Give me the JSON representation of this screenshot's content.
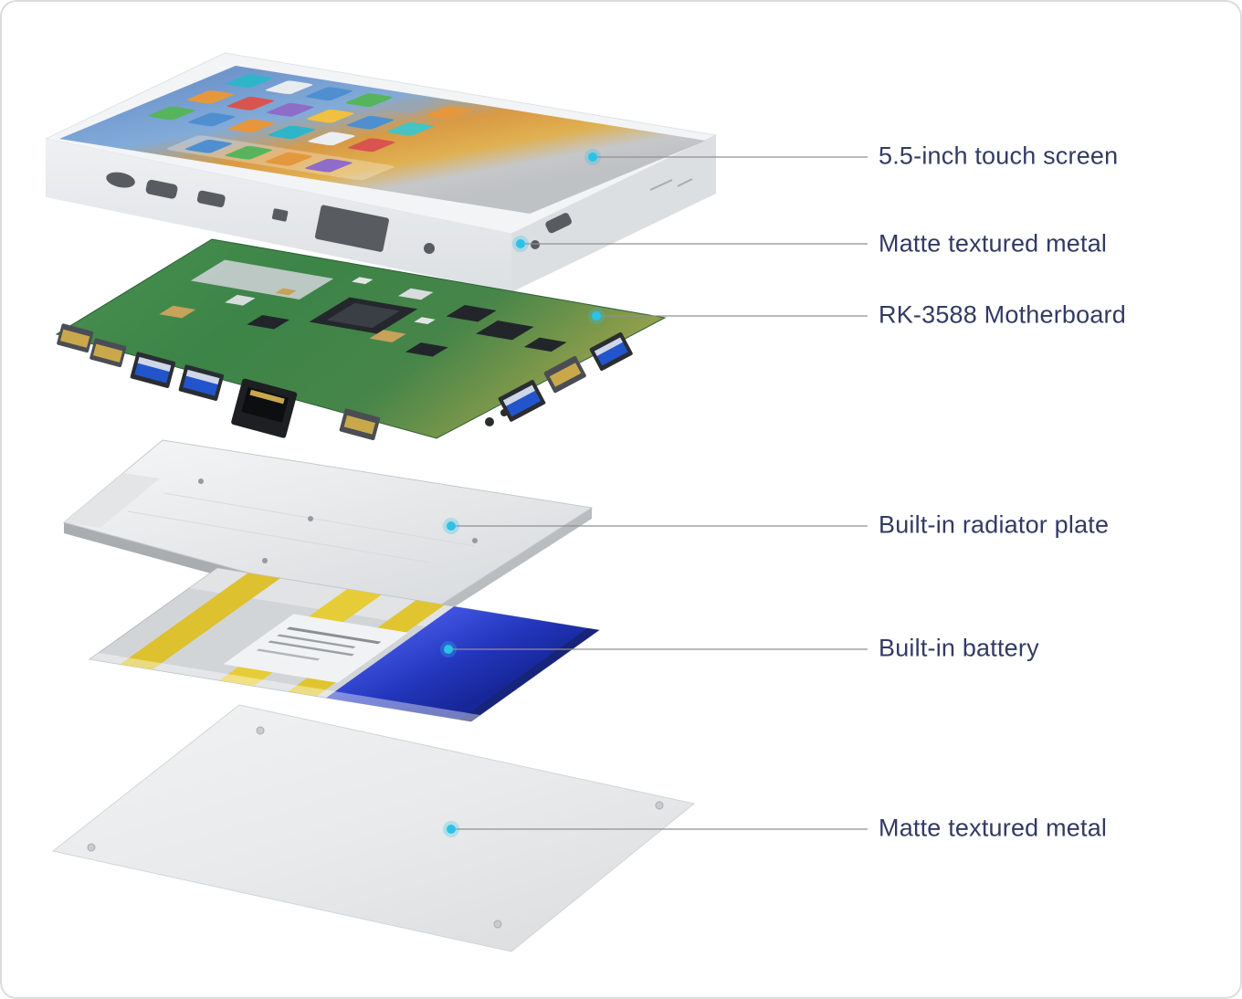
{
  "callouts": [
    {
      "label": "5.5-inch touch screen",
      "target": "touch-screen"
    },
    {
      "label": "Matte textured metal",
      "target": "top-metal-case"
    },
    {
      "label": "RK-3588 Motherboard",
      "target": "motherboard"
    },
    {
      "label": "Built-in radiator plate",
      "target": "radiator-plate"
    },
    {
      "label": "Built-in battery",
      "target": "battery"
    },
    {
      "label": "Matte textured metal",
      "target": "bottom-metal-cover"
    }
  ],
  "colors": {
    "label_text": "#333a63",
    "callout_dot": "#2cc2e8",
    "leader_line": "#909090",
    "background": "#ffffff"
  }
}
